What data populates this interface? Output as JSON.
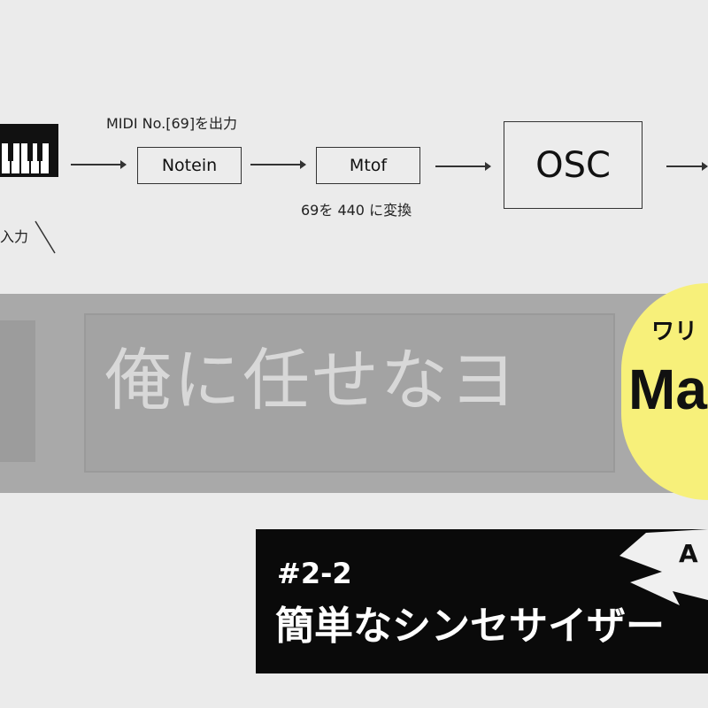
{
  "diagram": {
    "keyboard_label": "入力",
    "midi_label": "MIDI No.[69]を出力",
    "notein": "Notein",
    "mtof": "Mtof",
    "convert_label": "69を 440 に変換",
    "osc": "OSC"
  },
  "banner": {
    "text": "俺に任せなヨ"
  },
  "badge": {
    "logo_text": "ワリ",
    "text": "Ma",
    "color": "#f7f07a"
  },
  "title_card": {
    "episode": "#2-2",
    "title": "簡単なシンセサイザー",
    "burst_text": "A",
    "background": "#0a0a0a"
  }
}
